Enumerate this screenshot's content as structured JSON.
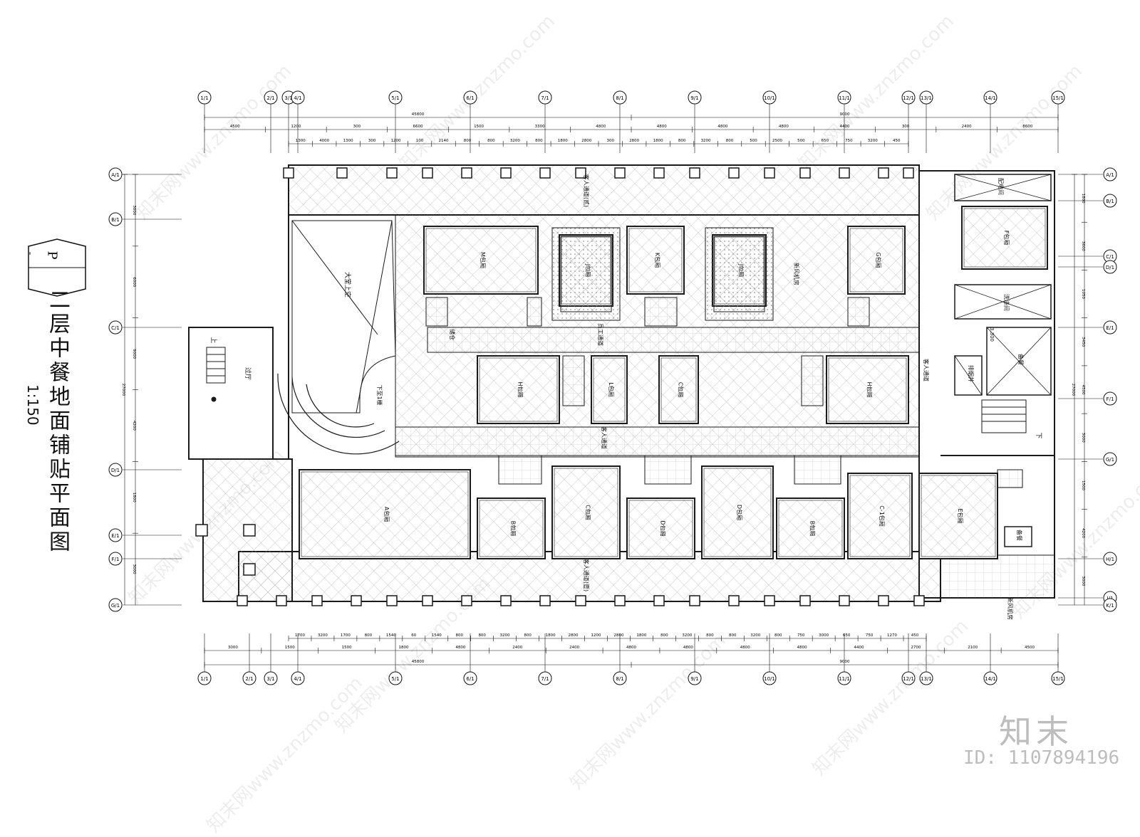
{
  "title": "二层中餐地面铺贴平面图",
  "scale": "1:150",
  "hex_tag": {
    "letter": "P",
    "number": "-"
  },
  "logo": {
    "name": "知末",
    "id": "ID: 1107894196"
  },
  "watermark": "知末网www.znzmo.com",
  "colors": {
    "line": "#1a1a1a",
    "hatch": "#9a9a9a",
    "wall": "#2b2b2b",
    "logo": "#bdbdbd"
  },
  "top_axes": [
    "1/1",
    "2/1",
    "3/1",
    "4/1",
    "5/1",
    "6/1",
    "7/1",
    "8/1",
    "9/1",
    "10/1",
    "11/1",
    "12/1",
    "13/1",
    "14/1",
    "15/1"
  ],
  "bottom_axes": [
    "1/1",
    "2/1",
    "3/1",
    "4/1",
    "5/1",
    "6/1",
    "7/1",
    "8/1",
    "9/1",
    "10/1",
    "11/1",
    "12/1",
    "13/1",
    "14/1",
    "15/1"
  ],
  "left_axes": [
    "A/1",
    "B/1",
    "C/1",
    "D/1",
    "E/1",
    "F/1",
    "G/1"
  ],
  "right_axes": [
    "A/1",
    "B/1",
    "C/1",
    "D/1",
    "E/1",
    "F/1",
    "G/1",
    "H/1",
    "J/1",
    "K/1"
  ],
  "top_overall": [
    "45800",
    "9000"
  ],
  "top_dims_row1": [
    "4500",
    "1200",
    "300",
    "6600",
    "1500",
    "3300",
    "4800",
    "4800",
    "4800",
    "4800",
    "4400",
    "300",
    "2400",
    "8600"
  ],
  "top_dims_row2": [
    "1300",
    "4000",
    "1300",
    "300",
    "1200",
    "100",
    "2140",
    "800",
    "800",
    "3200",
    "800",
    "1800",
    "2800",
    "300",
    "2800",
    "1800",
    "800",
    "3200",
    "800",
    "500",
    "2500",
    "500",
    "650",
    "750",
    "3200",
    "450"
  ],
  "bottom_overall": [
    "45800",
    "9000"
  ],
  "bottom_dims_row1": [
    "3000",
    "1500",
    "1500",
    "1800",
    "4800",
    "2400",
    "2400",
    "4800",
    "4800",
    "4800",
    "4800",
    "4400",
    "2700",
    "2100",
    "4500"
  ],
  "bottom_dims_row2": [
    "1700",
    "3200",
    "1700",
    "800",
    "1540",
    "60",
    "1540",
    "800",
    "800",
    "3200",
    "800",
    "1800",
    "2800",
    "1200",
    "2800",
    "1800",
    "800",
    "3200",
    "800",
    "800",
    "3200",
    "800",
    "750",
    "3000",
    "650",
    "750",
    "1270",
    "450"
  ],
  "left_dims": [
    "3000",
    "6000",
    "9000",
    "4200",
    "1800",
    "3000"
  ],
  "left_total": "27000",
  "right_dims": [
    "1800",
    "3600",
    "1050",
    "3450",
    "4500",
    "3000",
    "1500",
    "4200",
    "3000"
  ],
  "right_total": "27000",
  "rooms": [
    {
      "label": "M包厢"
    },
    {
      "label": "J包厢"
    },
    {
      "label": "K包厢"
    },
    {
      "label": "J包厢"
    },
    {
      "label": "G包厢"
    },
    {
      "label": "F包厢"
    },
    {
      "label": "H包厢"
    },
    {
      "label": "L包厢"
    },
    {
      "label": "C包厢"
    },
    {
      "label": "H包厢"
    },
    {
      "label": "A包厢"
    },
    {
      "label": "B包厢"
    },
    {
      "label": "C包厢"
    },
    {
      "label": "D包厢"
    },
    {
      "label": "D包厢"
    },
    {
      "label": "B包厢"
    },
    {
      "label": "C-1包厢"
    },
    {
      "label": "E包厢"
    }
  ],
  "labels": {
    "corridor_top": "客人通道(贰)",
    "corridor_mid_top": "员工通道",
    "corridor_mid": "客人通道",
    "corridor_bottom": "客人通道(壹)",
    "corridor_right": "客人通道",
    "void": "大堂上空",
    "hall": "过厅",
    "stair_up": "上",
    "stair_down": "下",
    "stair_down_note": "下至1楼",
    "elec_room": "配电间",
    "fresh_air": "新风机房",
    "fresh_air_bottom": "新风机房",
    "wash": "洗涤间",
    "prep": "备餐",
    "prep2": "备餐",
    "shaft": "排烟井",
    "storage": "储仓",
    "level": "3.300"
  }
}
